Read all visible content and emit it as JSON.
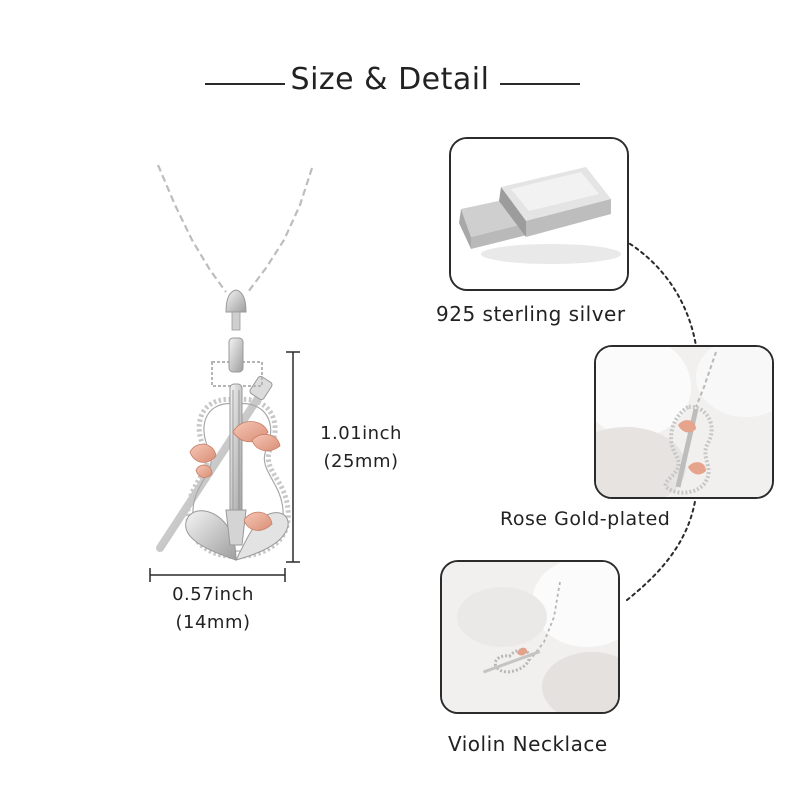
{
  "header": {
    "title": "Size & Detail"
  },
  "dimensions": {
    "height_inch": "1.01inch",
    "height_mm": "(25mm)",
    "width_inch": "0.57inch",
    "width_mm": "(14mm)"
  },
  "details": [
    {
      "caption": "925 sterling silver"
    },
    {
      "caption": "Rose Gold-plated"
    },
    {
      "caption": "Violin Necklace"
    }
  ],
  "colors": {
    "silver": "#d9d9d9",
    "rose_gold": "#e8a58f",
    "line": "#2a2a2a"
  }
}
